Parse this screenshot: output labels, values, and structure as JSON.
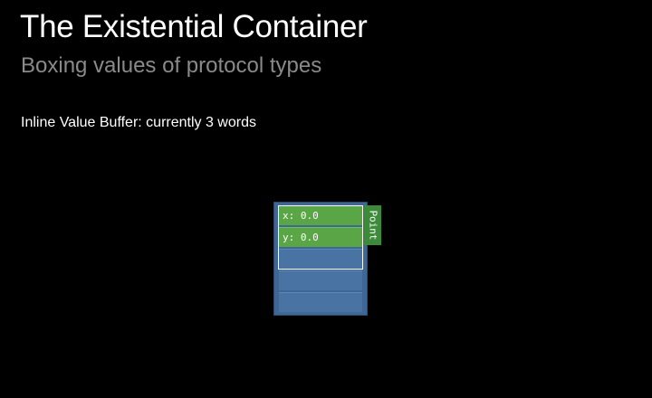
{
  "slide": {
    "title": "The Existential Container",
    "subtitle": "Boxing values of protocol types",
    "body": "Inline Value Buffer: currently 3 words"
  },
  "diagram": {
    "cells": [
      {
        "text": "x: 0.0",
        "kind": "value"
      },
      {
        "text": "y: 0.0",
        "kind": "value"
      },
      {
        "text": "",
        "kind": "empty"
      },
      {
        "text": "",
        "kind": "empty"
      },
      {
        "text": "",
        "kind": "empty"
      }
    ],
    "type_label": "Point"
  },
  "colors": {
    "background": "#000000",
    "container": "#3f6795",
    "cell": "#4873a3",
    "value_cell": "#5aa546",
    "type_tag": "#3c8a3a",
    "buffer_outline": "#ffffff"
  }
}
